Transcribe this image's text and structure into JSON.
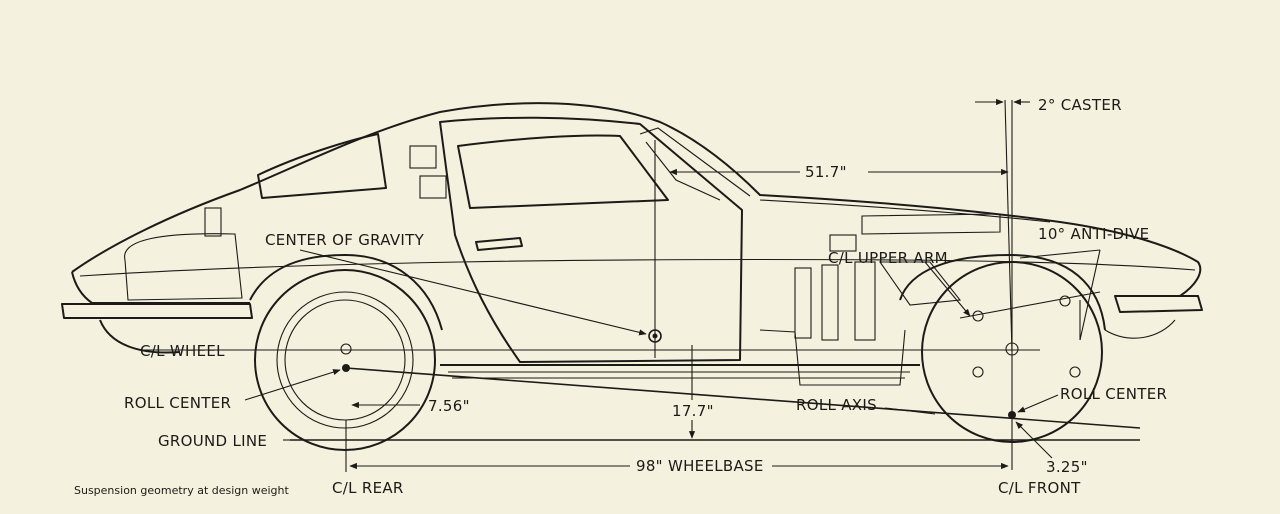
{
  "diagram": {
    "caption": "Suspension geometry at design weight",
    "labels": {
      "caster": "2° CASTER",
      "cg_distance": "51.7\"",
      "center_of_gravity": "CENTER OF GRAVITY",
      "anti_dive": "10° ANTI-DIVE",
      "upper_arm": "C/L UPPER ARM",
      "wheel_cl": "C/L WHEEL",
      "roll_center_rear": "ROLL CENTER",
      "roll_center_front": "ROLL CENTER",
      "rear_rc_height": "7.56\"",
      "cg_height": "17.7\"",
      "roll_axis": "ROLL AXIS",
      "ground_line": "GROUND LINE",
      "wheelbase": "98\" WHEELBASE",
      "front_rc_height": "3.25\"",
      "cl_rear": "C/L REAR",
      "cl_front": "C/L FRONT"
    },
    "colors": {
      "background": "#f4f1df",
      "ink": "#1d1b17"
    }
  }
}
